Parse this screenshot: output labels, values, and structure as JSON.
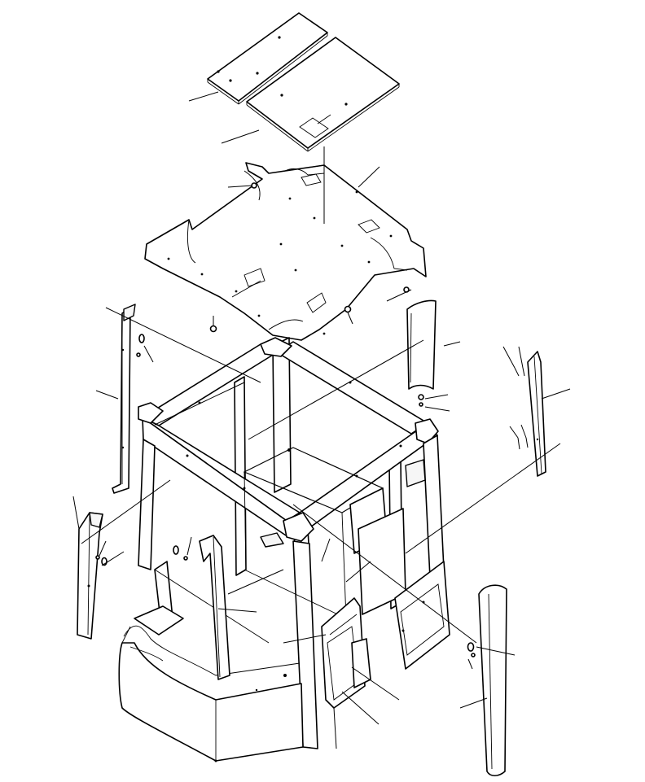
{
  "diagram": {
    "style": "exploded parts view, black line art on white, no printed text",
    "stroke_color": "#000000",
    "background": "#ffffff",
    "parts": [
      "roof-cover-plate",
      "roof-cover-plate-with-notch",
      "roof-panel",
      "cab-frame",
      "rear-left-pillar-trim",
      "front-left-pillar-trim",
      "front-center-pillar-trim",
      "rear-right-pillar-trim",
      "right-channel-trim",
      "front-right-pillar-cover",
      "front-door-panel",
      "bottom-skirt"
    ]
  }
}
